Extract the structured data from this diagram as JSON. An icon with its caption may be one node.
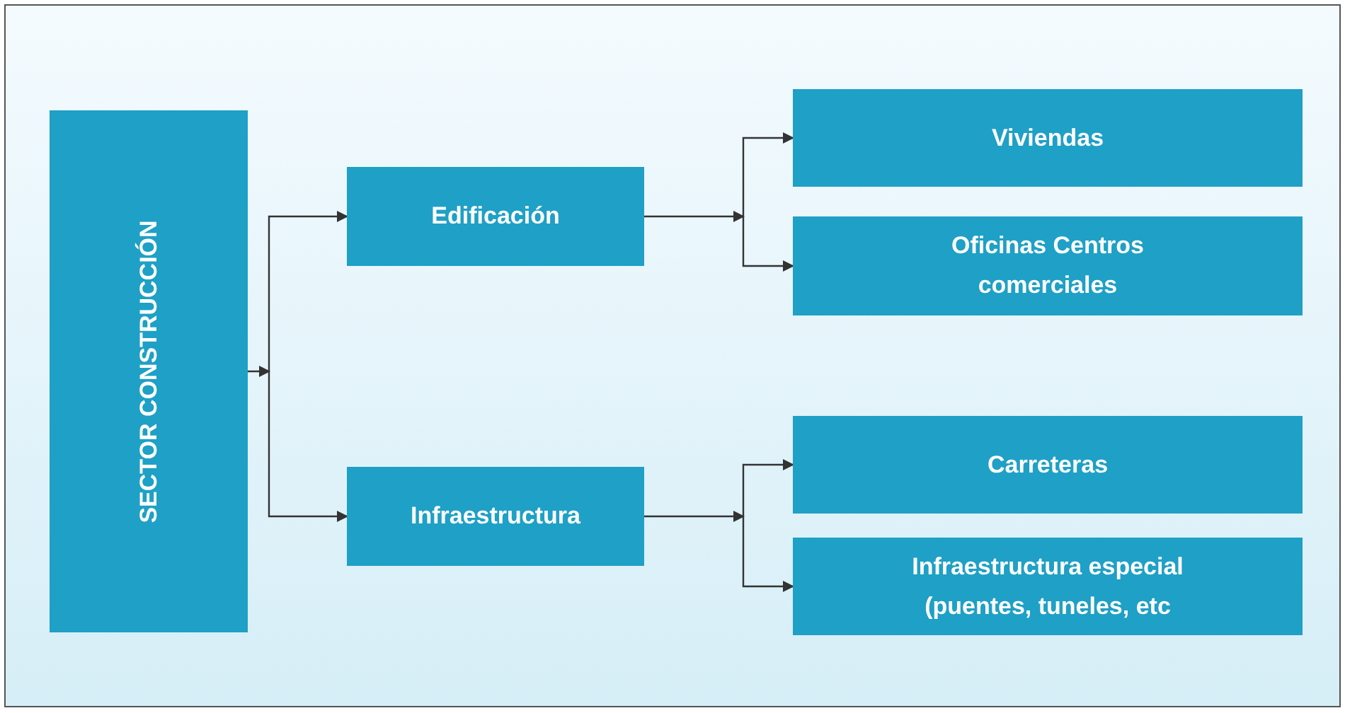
{
  "diagram": {
    "nodes": [
      {
        "text": [
          "SECTOR CONSTRUCCIÓN"
        ]
      },
      {
        "text": [
          "Edificación"
        ]
      },
      {
        "text": [
          "Viviendas"
        ]
      },
      {
        "text": [
          "Oficinas Centros comerciales"
        ]
      },
      {
        "text": [
          "Infraestructura"
        ]
      },
      {
        "text": [
          "Carreteras"
        ]
      },
      {
        "text": [
          "Infraestructura especial (puentes, tuneles, etc"
        ]
      }
    ],
    "edges": [
      {
        "from": 0,
        "to": 1,
        "arrow": "to"
      },
      {
        "from": 0,
        "to": 4,
        "arrow": "to"
      },
      {
        "from": 1,
        "to": 2,
        "arrow": "to"
      },
      {
        "from": 1,
        "to": 3,
        "arrow": "to"
      },
      {
        "from": 4,
        "to": 5,
        "arrow": "to"
      },
      {
        "from": 4,
        "to": 6,
        "arrow": "to"
      }
    ]
  }
}
